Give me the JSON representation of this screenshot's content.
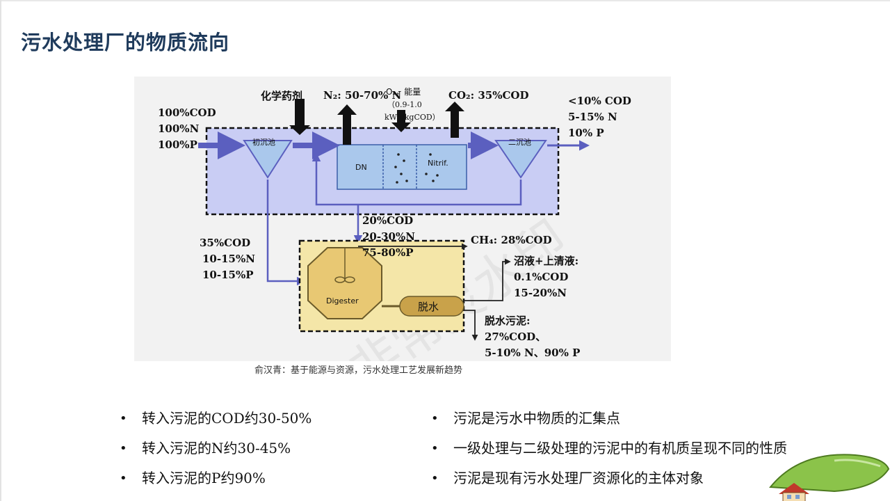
{
  "page": {
    "title": "污水处理厂的物质流向"
  },
  "figure": {
    "caption": "俞汉青：基于能源与资源，污水处理工艺发展新趋势",
    "watermark": "非常灵水印",
    "labels": {
      "influent_1": "100%COD",
      "influent_2": "100%N",
      "influent_3": "100%P",
      "primary_clarifier": "初沉池",
      "chemicals": "化学药剂",
      "n2": "N₂: 50-70% N",
      "o2": "O₂，能量",
      "o2_amount": "（0.9-1.0",
      "o2_unit": "kWh/kgCOD）",
      "co2": "CO₂: 35%COD",
      "dn_tank": "DN",
      "nitrif_tank": "Nitrif.",
      "secondary_clarifier": "二沉池",
      "effluent_1": "<10% COD",
      "effluent_2": "5-15% N",
      "effluent_3": "10% P",
      "primary_sludge_1": "35%COD",
      "primary_sludge_2": "10-15%N",
      "primary_sludge_3": "10-15%P",
      "waste_sludge_1": "20%COD",
      "waste_sludge_2": "20-30%N",
      "waste_sludge_3": "75-80%P",
      "ch4": "CH₄: 28%COD",
      "digester": "Digester",
      "dewatering": "脱水",
      "supernatant_title": "沼液+上清液:",
      "supernatant_1": "0.1%COD",
      "supernatant_2": "15-20%N",
      "dewatered_title": "脱水污泥:",
      "dewatered_1": "27%COD、",
      "dewatered_2": "5-10% N、90% P"
    }
  },
  "bullets_left": [
    "转入污泥的COD约30-50%",
    "转入污泥的N约30-45%",
    "转入污泥的P约90%"
  ],
  "bullets_right": [
    "污泥是污水中物质的汇集点",
    "一级处理与二级处理的污泥中的有机质呈现不同的性质",
    "污泥是现有污水处理厂资源化的主体对象"
  ],
  "bullet_symbol": "•",
  "colors": {
    "title": "#1f3b5c",
    "flow": "#5b5fbf",
    "tank": "#aac8ec",
    "digester_fill": "#f2d98a"
  }
}
